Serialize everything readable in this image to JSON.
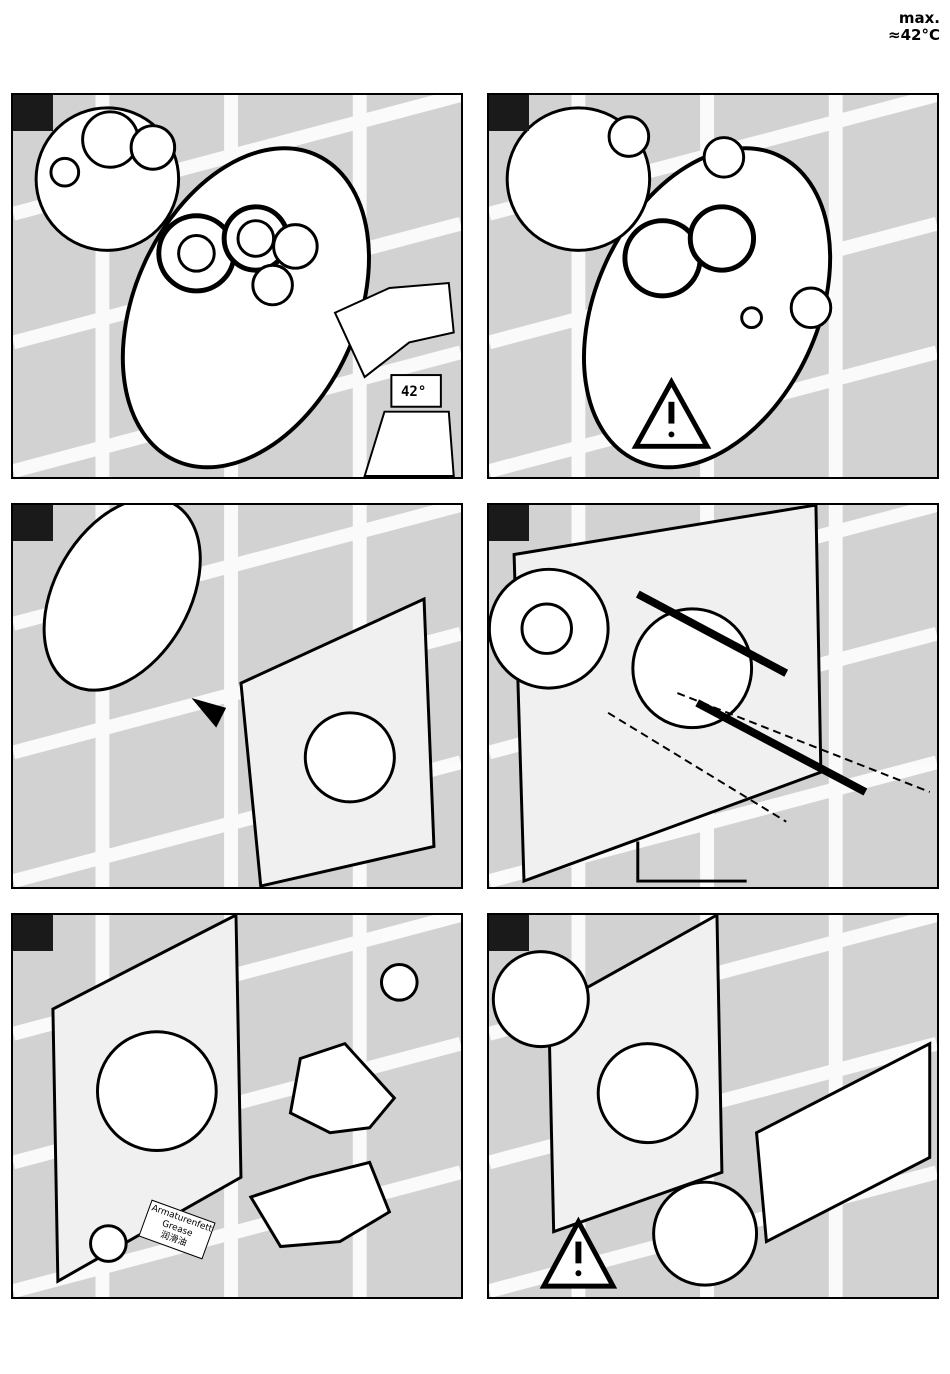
{
  "header": {
    "line1": "max.",
    "line2": "≈42°C"
  },
  "panels": [
    {
      "id": 1,
      "thermometer_reading": "42°"
    },
    {
      "id": 2
    },
    {
      "id": 3
    },
    {
      "id": 4
    },
    {
      "id": 5,
      "grease_label": [
        "Armaturenfett",
        "Grease",
        "润滑油"
      ]
    },
    {
      "id": 6
    }
  ]
}
